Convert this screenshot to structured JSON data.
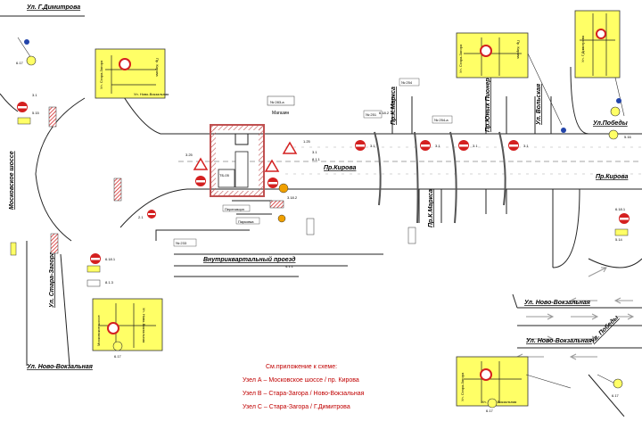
{
  "streets": {
    "dimitrova": "Ул. Г.Димитрова",
    "moskovskoe": "Московское шоссе",
    "stara_zagora": "Ул. Стара-Загора",
    "novo_vokzalnaya_left": "Ул. Ново-Вокзальная",
    "kirova_center": "Пр.Кирова",
    "kirova_right": "Пр.Кирова",
    "k_marksa_top": "Пр.К.Маркса",
    "k_marksa_bottom": "Пр.К.Маркса",
    "yunyh_pionerov": "Пр.Юных Пионеров",
    "volskaya": "Ул. Вольская",
    "pobedy": "Ул.Победы",
    "pobedy_bottom": "Ул. Победы",
    "novo_vokzalnaya_right1": "Ул. Ново-Вокзальная",
    "novo_vokzalnaya_right2": "Ул. Ново-Вокзальная",
    "vnutrikvartalny": "Внутриквартальный проезд",
    "magazin": "Магазин"
  },
  "buildings": {
    "b283": "№ 283-а",
    "b251": "№ 251",
    "b254": "№ 254",
    "b254b": "№ 254-а",
    "b233": "№ 233",
    "peregovorny": "Переговорн",
    "parkovka": "Парковка"
  },
  "sign_codes": {
    "s1": "6.17",
    "s2": "3.1",
    "s3": "5.15",
    "s4": "3.25",
    "s5": "1.25",
    "s6": "3.1",
    "s7": "8.1.1",
    "s8": "6.18.1",
    "s9": "8.1.3",
    "s10": "4.1.1",
    "s11": "6.18.2",
    "s12": "3.18.2",
    "s13": "5.16",
    "s14": "6.18.1",
    "s15": "5.14",
    "s16": "6.17",
    "s17": "6.17",
    "s18": "6.17",
    "s19": "3.1",
    "s20": "2.1",
    "s21": "3.1",
    "s22": "3.1",
    "s23": "3.1"
  },
  "insets": {
    "a_title": "Пр. Кирова",
    "a_left": "Ул. Стара-Загора",
    "a_bottom": "Ул. Ново-Вокзальная",
    "b_left": "Московское шоссе",
    "b_bottom": "Ул. Ново-Вокзальная",
    "c_left": "Ул. Стара-Загора",
    "c_title": "Пр. Кирова",
    "d_left": "Ул. Стара-Загора",
    "d_bottom": "Ул. Ново-Вокзальная",
    "e_title": "Ул. Г.Димитрова"
  },
  "legend": {
    "heading": "См.приложение к схеме:",
    "line1": "Узел А – Московское шоссе / пр. Кирова",
    "line2": "Узел В – Стара-Загора / Ново-Вокзальная",
    "line3": "Узел С – Стара-Загора / Г.Димитрова"
  },
  "colors": {
    "inset_fill": "#ffff66",
    "sign_red": "#d42020",
    "work_zone": "#c05050",
    "legend_text": "#c00000"
  }
}
